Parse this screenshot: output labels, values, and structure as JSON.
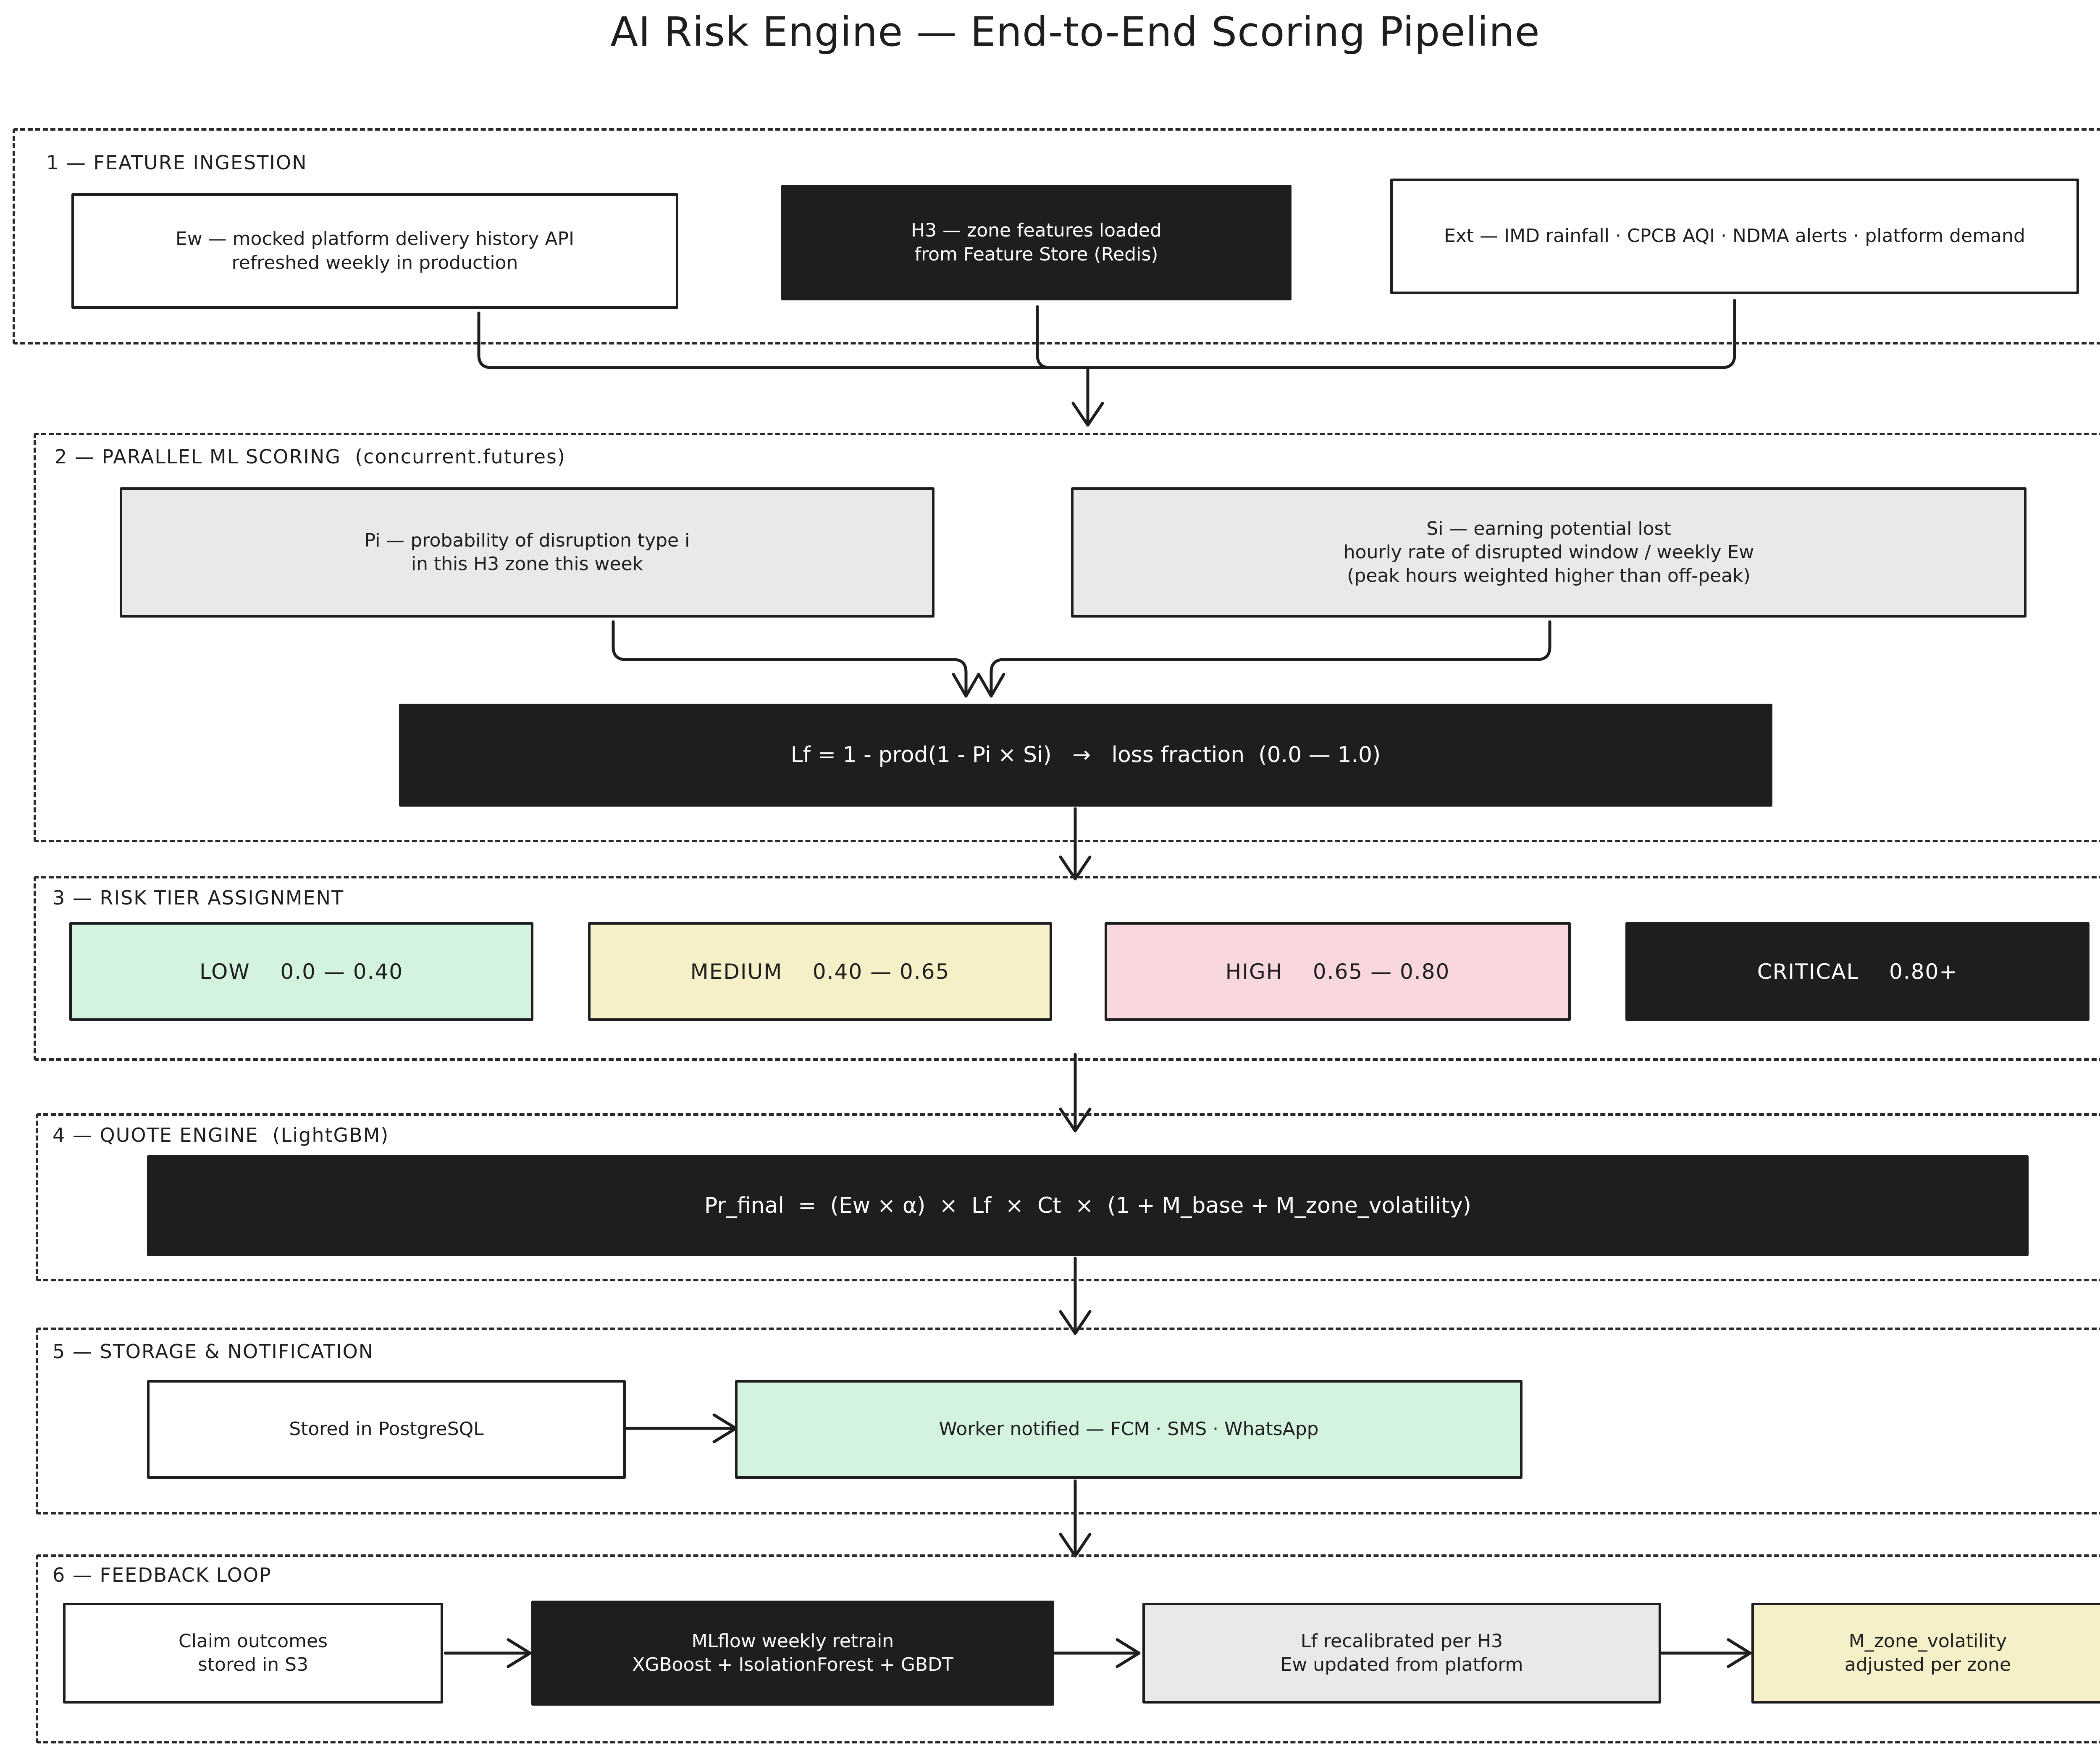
{
  "title": "AI Risk Engine — End-to-End Scoring Pipeline",
  "sections": {
    "s1": {
      "label": "1 — FEATURE INGESTION",
      "ew": "Ew — mocked platform delivery history API\nrefreshed weekly in production",
      "h3": "H3 — zone features loaded\nfrom Feature Store (Redis)",
      "ext": "Ext — IMD rainfall · CPCB AQI · NDMA alerts · platform demand"
    },
    "s2": {
      "label": "2 — PARALLEL ML SCORING  (concurrent.futures)",
      "pi": "Pi — probability of disruption type i\nin this H3 zone this week",
      "si": "Si — earning potential lost\nhourly rate of disrupted window / weekly Ew\n(peak hours weighted higher than off-peak)",
      "lf": "Lf = 1 - prod(1 - Pi × Si)   →   loss fraction  (0.0 — 1.0)"
    },
    "s3": {
      "label": "3 — RISK TIER ASSIGNMENT",
      "tiers": [
        {
          "name": "LOW",
          "range": "0.0 — 0.40",
          "color": "#d3f3df"
        },
        {
          "name": "MEDIUM",
          "range": "0.40 — 0.65",
          "color": "#f5f0c8"
        },
        {
          "name": "HIGH",
          "range": "0.65 — 0.80",
          "color": "#f8d7de"
        },
        {
          "name": "CRITICAL",
          "range": "0.80+",
          "color": "#1e1e1e"
        }
      ]
    },
    "s4": {
      "label": "4 — QUOTE ENGINE  (LightGBM)",
      "formula": "Pr_final  =  (Ew × α)  ×  Lf  ×  Ct  ×  (1 + M_base + M_zone_volatility)"
    },
    "s5": {
      "label": "5 — STORAGE & NOTIFICATION",
      "stored": "Stored in PostgreSQL",
      "notified": "Worker notified — FCM · SMS · WhatsApp"
    },
    "s6": {
      "label": "6 — FEEDBACK LOOP",
      "claims": "Claim outcomes\nstored in S3",
      "mlflow": "MLflow weekly retrain\nXGBoost + IsolationForest + GBDT",
      "recal": "Lf recalibrated per H3\nEw updated from platform",
      "mzone": "M_zone_volatility\nadjusted per zone"
    }
  },
  "colors": {
    "dark": "#1e1e1e",
    "gray": "#e9e9e9",
    "green": "#d3f3df",
    "yellow": "#f5f0c8",
    "pink": "#f8d7de"
  }
}
